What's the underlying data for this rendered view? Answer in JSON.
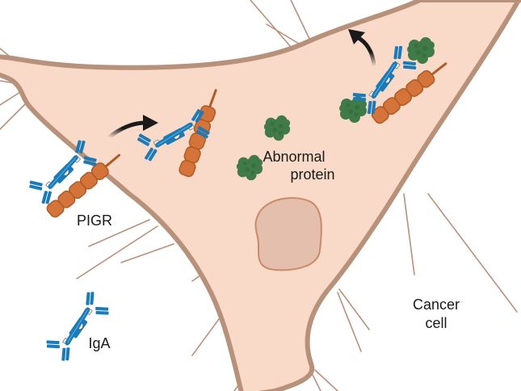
{
  "labels": {
    "pigr": "PIGR",
    "iga": "IgA",
    "abnormal_protein_line1": "Abnormal",
    "abnormal_protein_line2": "protein",
    "cancer_cell_line1": "Cancer",
    "cancer_cell_line2": "cell"
  },
  "colors": {
    "cytoplasm": "#f9dac8",
    "membrane": "#b8917b",
    "nucleus_fill": "#e5bfae",
    "nucleus_stroke": "#c98a66",
    "pigr": "#d4743a",
    "pigr_stroke": "#b05a25",
    "iga": "#1a7bb8",
    "protein": "#3f7a48",
    "arrow": "#1a1a1a"
  }
}
